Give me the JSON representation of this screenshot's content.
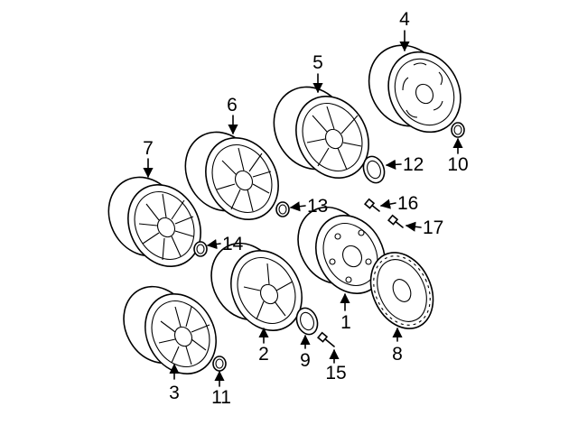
{
  "callouts": [
    {
      "id": "1",
      "part": "steel-wheel"
    },
    {
      "id": "2",
      "part": "alloy-wheel-5-spoke"
    },
    {
      "id": "3",
      "part": "alloy-wheel-split-spoke"
    },
    {
      "id": "4",
      "part": "alloy-wheel-slotted"
    },
    {
      "id": "5",
      "part": "alloy-wheel-7-spoke"
    },
    {
      "id": "6",
      "part": "alloy-wheel-multi-spoke"
    },
    {
      "id": "7",
      "part": "alloy-wheel-fine-spoke"
    },
    {
      "id": "8",
      "part": "wheel-cover"
    },
    {
      "id": "9",
      "part": "center-cap"
    },
    {
      "id": "10",
      "part": "lug-cap"
    },
    {
      "id": "11",
      "part": "lug-cap"
    },
    {
      "id": "12",
      "part": "center-cap"
    },
    {
      "id": "13",
      "part": "lug-cap"
    },
    {
      "id": "14",
      "part": "lug-cap"
    },
    {
      "id": "15",
      "part": "lug-bolt"
    },
    {
      "id": "16",
      "part": "lug-bolt"
    },
    {
      "id": "17",
      "part": "lug-bolt"
    }
  ],
  "line_color": "#000000",
  "background": "#ffffff"
}
